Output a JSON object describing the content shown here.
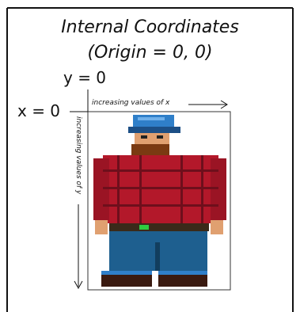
{
  "title_line1": "Internal Coordinates",
  "title_line2": "(Origin = 0, 0)",
  "y_origin_label": "y = 0",
  "x_origin_label": "x = 0",
  "x_hint": "increasing values of x",
  "y_hint": "increasing values of y",
  "colors": {
    "frame": "#111111",
    "hat": "#2f7fc9",
    "hat_dark": "#1c4f86",
    "skin": "#e0a070",
    "beard": "#7a3a12",
    "shirt": "#b3182a",
    "shirt_dark": "#6e0f1c",
    "belt": "#3a2a1a",
    "buckle": "#2ecc40",
    "pants": "#1e5f8f",
    "boots": "#3a1a10"
  }
}
